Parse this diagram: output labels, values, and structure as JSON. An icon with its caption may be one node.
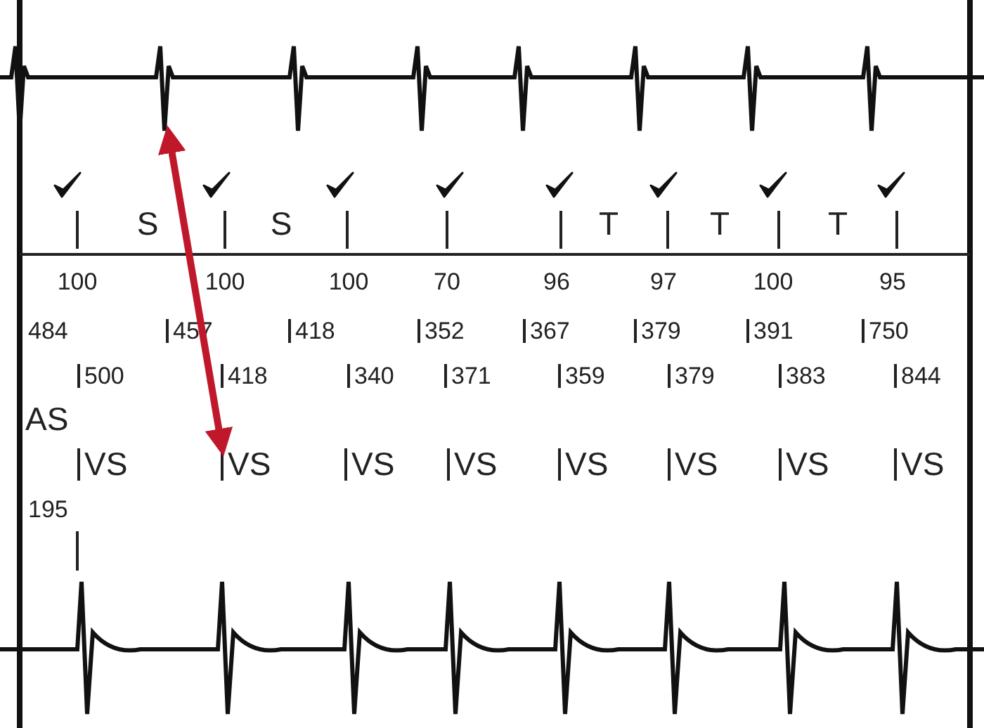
{
  "diagram": {
    "nodes": [
      {
        "text": [],
        "shape": "picture"
      },
      {
        "text": [
          "VS"
        ]
      }
    ],
    "edges": [
      {
        "from": 0,
        "to": 1,
        "arrow": "both",
        "color": "#c0182b"
      }
    ],
    "labels": [
      "S",
      "S",
      "T",
      "T",
      "T",
      "100",
      "100",
      "100",
      "70",
      "96",
      "97",
      "100",
      "95",
      "484",
      "457",
      "418",
      "352",
      "367",
      "379",
      "391",
      "750",
      "500",
      "418",
      "340",
      "371",
      "359",
      "379",
      "383",
      "844",
      "AS",
      "VS",
      "VS",
      "VS",
      "VS",
      "VS",
      "VS",
      "VS",
      "195"
    ]
  }
}
